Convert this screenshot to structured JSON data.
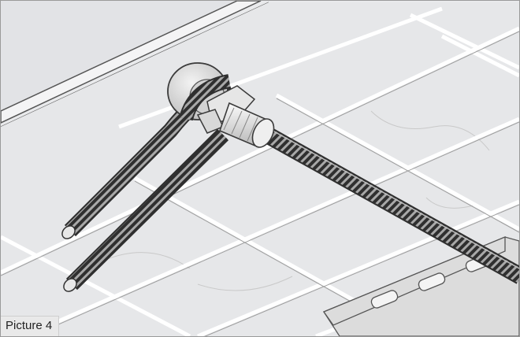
{
  "figure": {
    "caption": "Picture 4",
    "colors": {
      "background": "#e9eaec",
      "wall_band": "#dcdde0",
      "mesh_wire": "#ffffff",
      "rebar": "#3c3c3c",
      "rebar_rib": "#9a9a9a",
      "spacer": "#d6d6d6",
      "outline": "#3a3a3a"
    },
    "parts": [
      "concrete-surface",
      "steel-mesh",
      "rebar-rod",
      "rebar-connector",
      "metal-profile"
    ]
  }
}
